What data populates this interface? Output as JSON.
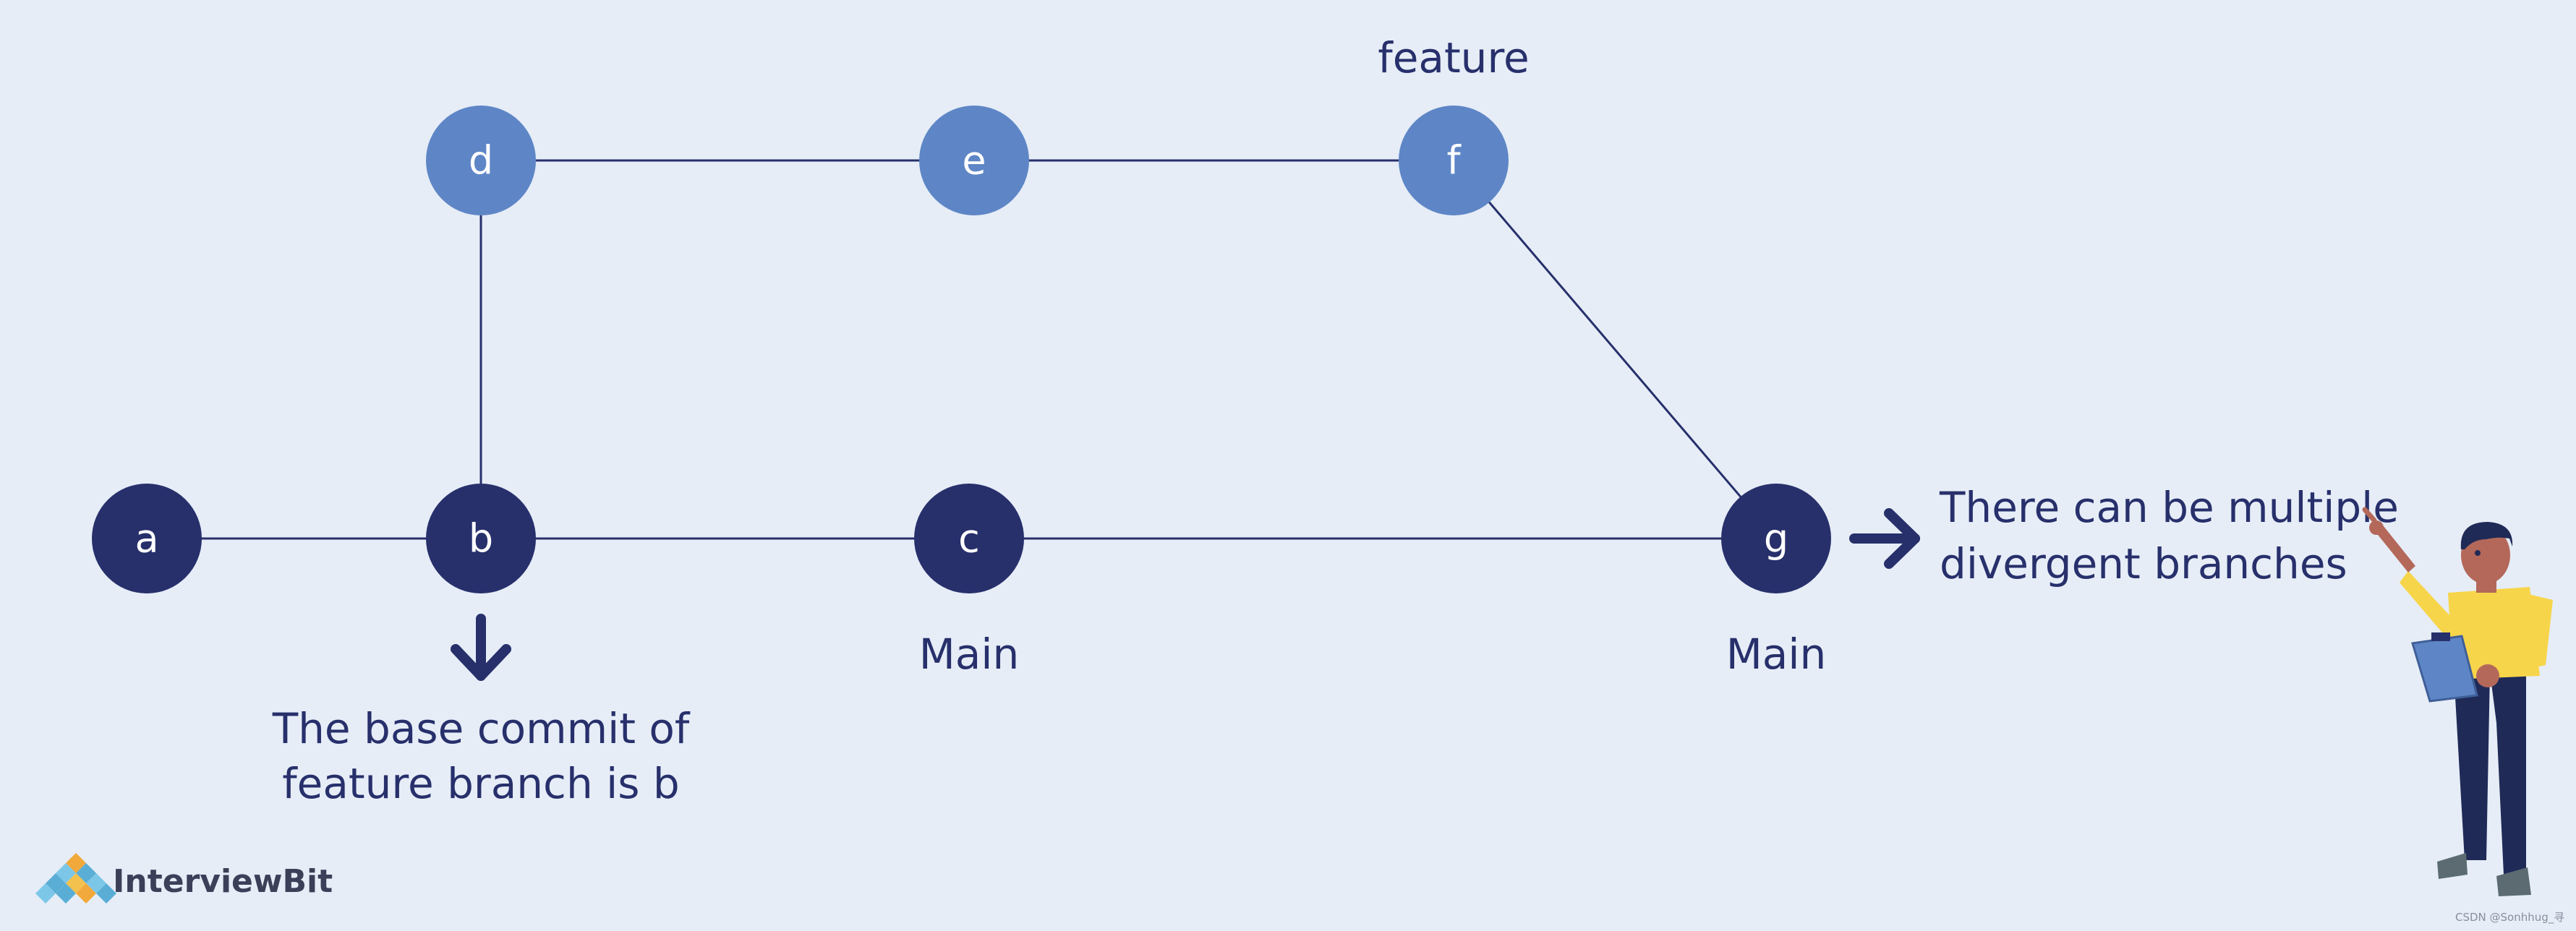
{
  "nodes": {
    "a": "a",
    "b": "b",
    "c": "c",
    "d": "d",
    "e": "e",
    "f": "f",
    "g": "g"
  },
  "labels": {
    "feature": "feature",
    "main_c": "Main",
    "main_g": "Main",
    "base_commit_line1": "The base commit of",
    "base_commit_line2": "feature branch is b",
    "divergent_line1": "There can be multiple",
    "divergent_line2": "divergent branches"
  },
  "logo": {
    "text": "InterviewBit"
  },
  "watermark": "CSDN @Sonhhug_寻",
  "colors": {
    "background": "#e6edf7",
    "main_node": "#27306b",
    "feature_node": "#5e86c6",
    "edge": "#27306b",
    "text": "#27306b"
  },
  "icons": {
    "down_arrow": "arrow-down-icon",
    "right_arrow": "arrow-right-icon",
    "presenter": "person-presenter-illustration",
    "logo_mark": "interviewbit-logo-icon"
  }
}
